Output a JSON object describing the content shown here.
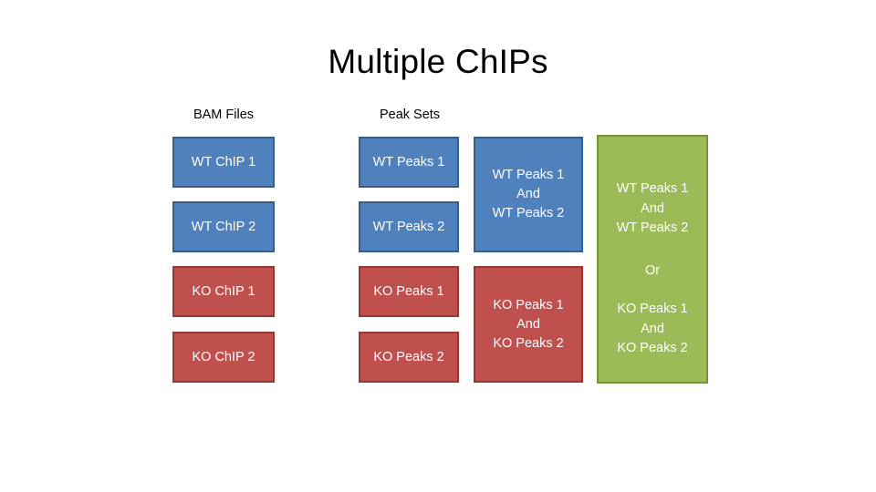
{
  "slide": {
    "title": "Multiple ChIPs",
    "background_color": "#FFFFFF"
  },
  "colors": {
    "blue_fill": "#4F81BD",
    "blue_border": "#385D8A",
    "red_fill": "#C0504D",
    "red_border": "#943735",
    "green_fill": "#9BBB59",
    "green_border": "#76923C",
    "text": "#FFFFFF",
    "heading_text": "#000000"
  },
  "columns": {
    "bam_files_header": "BAM Files",
    "peak_sets_header": "Peak Sets"
  },
  "bam_files": [
    {
      "label": "WT ChIP 1",
      "color": "blue"
    },
    {
      "label": "WT ChIP 2",
      "color": "blue"
    },
    {
      "label": "KO ChIP 1",
      "color": "red"
    },
    {
      "label": "KO ChIP 2",
      "color": "red"
    }
  ],
  "peak_sets": [
    {
      "label": "WT Peaks 1",
      "color": "blue"
    },
    {
      "label": "WT Peaks 2",
      "color": "blue"
    },
    {
      "label": "KO Peaks 1",
      "color": "red"
    },
    {
      "label": "KO Peaks 2",
      "color": "red"
    }
  ],
  "merged_sets": [
    {
      "label": "WT Peaks 1\nAnd\nWT Peaks 2",
      "color": "blue"
    },
    {
      "label": "KO Peaks 1\nAnd\nKO Peaks 2",
      "color": "red"
    }
  ],
  "combined": {
    "color": "green",
    "wt_label": "WT Peaks 1\nAnd\nWT Peaks 2",
    "connector_label": "Or",
    "ko_label": "KO Peaks 1\nAnd\nKO Peaks 2"
  }
}
